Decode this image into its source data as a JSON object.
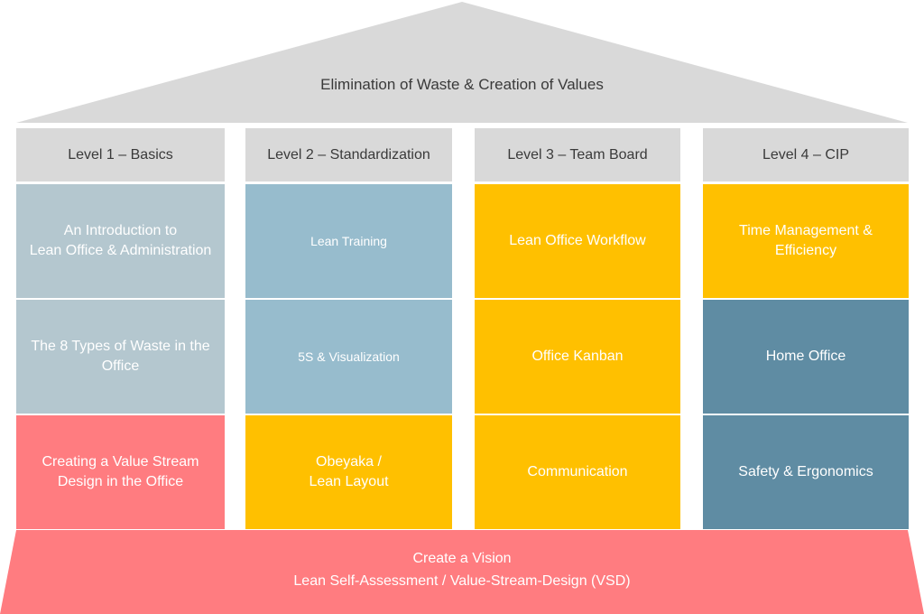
{
  "roof": {
    "title": "Elimination of Waste & Creation of Values",
    "color": "#d9d9d9"
  },
  "levels": [
    {
      "label": "Level 1 – Basics"
    },
    {
      "label": "Level 2 – Standardization"
    },
    {
      "label": "Level 3 – Team Board"
    },
    {
      "label": "Level 4 – CIP"
    }
  ],
  "modules": [
    [
      {
        "label": "An Introduction to\nLean Office & Administration",
        "color": "#b4c7cf"
      },
      {
        "label": "The 8 Types of Waste in the\nOffice",
        "color": "#b4c7cf"
      },
      {
        "label": "Creating a Value Stream\nDesign in the Office",
        "color": "#ff7c80"
      }
    ],
    [
      {
        "label": "Lean Training",
        "color": "#97bccd"
      },
      {
        "label": "5S & Visualization",
        "color": "#97bccd"
      },
      {
        "label": "Obeyaka /\nLean Layout",
        "color": "#ffc000"
      }
    ],
    [
      {
        "label": "Lean Office Workflow",
        "color": "#ffc000"
      },
      {
        "label": "Office Kanban",
        "color": "#ffc000"
      },
      {
        "label": "Communication",
        "color": "#ffc000"
      }
    ],
    [
      {
        "label": "Time Management &\nEfficiency",
        "color": "#ffc000"
      },
      {
        "label": "Home Office",
        "color": "#5f8ca3"
      },
      {
        "label": "Safety & Ergonomics",
        "color": "#5f8ca3"
      }
    ]
  ],
  "foundation": {
    "line1": "Create a Vision",
    "line2": "Lean Self-Assessment / Value-Stream-Design (VSD)",
    "color": "#ff7c80"
  },
  "colors": {
    "header_bg": "#d9d9d9",
    "gray_blue": "#b4c7cf",
    "light_blue": "#97bccd",
    "dark_blue": "#5f8ca3",
    "amber": "#ffc000",
    "coral": "#ff7c80"
  }
}
